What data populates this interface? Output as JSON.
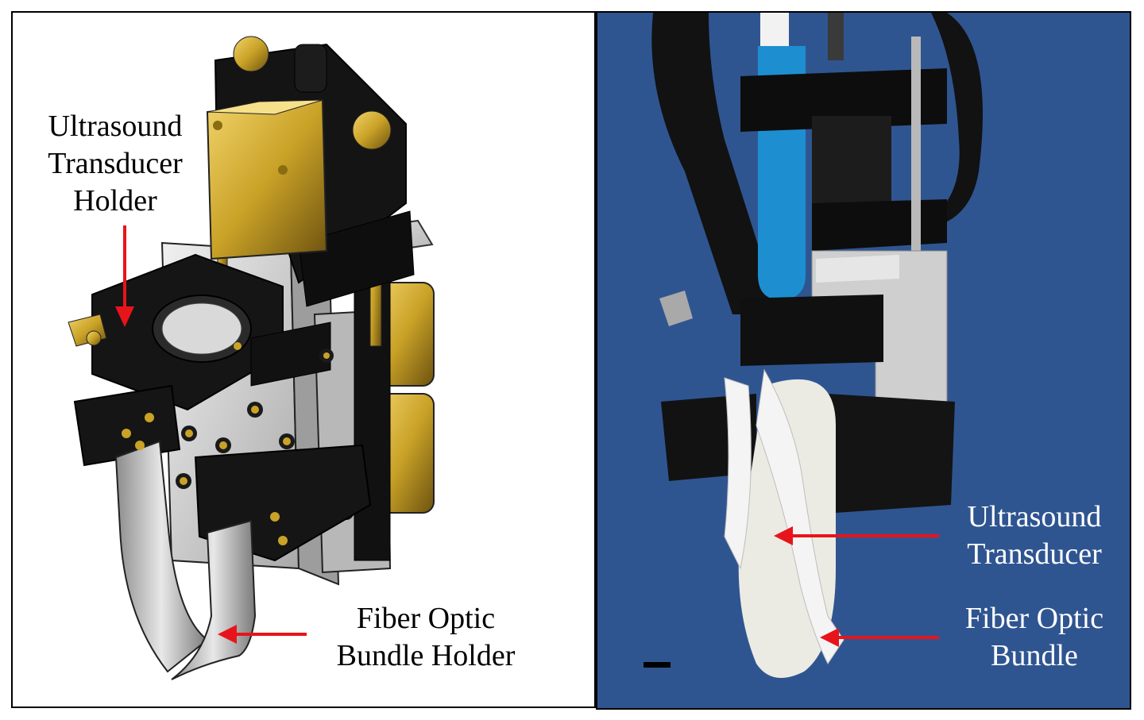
{
  "left_panel": {
    "labels": {
      "ultrasound_transducer_holder": [
        "Ultrasound",
        "Transducer",
        "Holder"
      ],
      "fiber_optic_bundle_holder": [
        "Fiber Optic",
        "Bundle Holder"
      ]
    }
  },
  "right_panel": {
    "labels": {
      "ultrasound_transducer": [
        "Ultrasound",
        "Transducer"
      ],
      "fiber_optic_bundle": [
        "Fiber Optic",
        "Bundle"
      ]
    }
  },
  "colors": {
    "arrow": "#e8141b",
    "photo_background": "#2f5591",
    "brass": "#c9a227",
    "plastic": "#111111",
    "aluminum": "#cfcfcf"
  }
}
